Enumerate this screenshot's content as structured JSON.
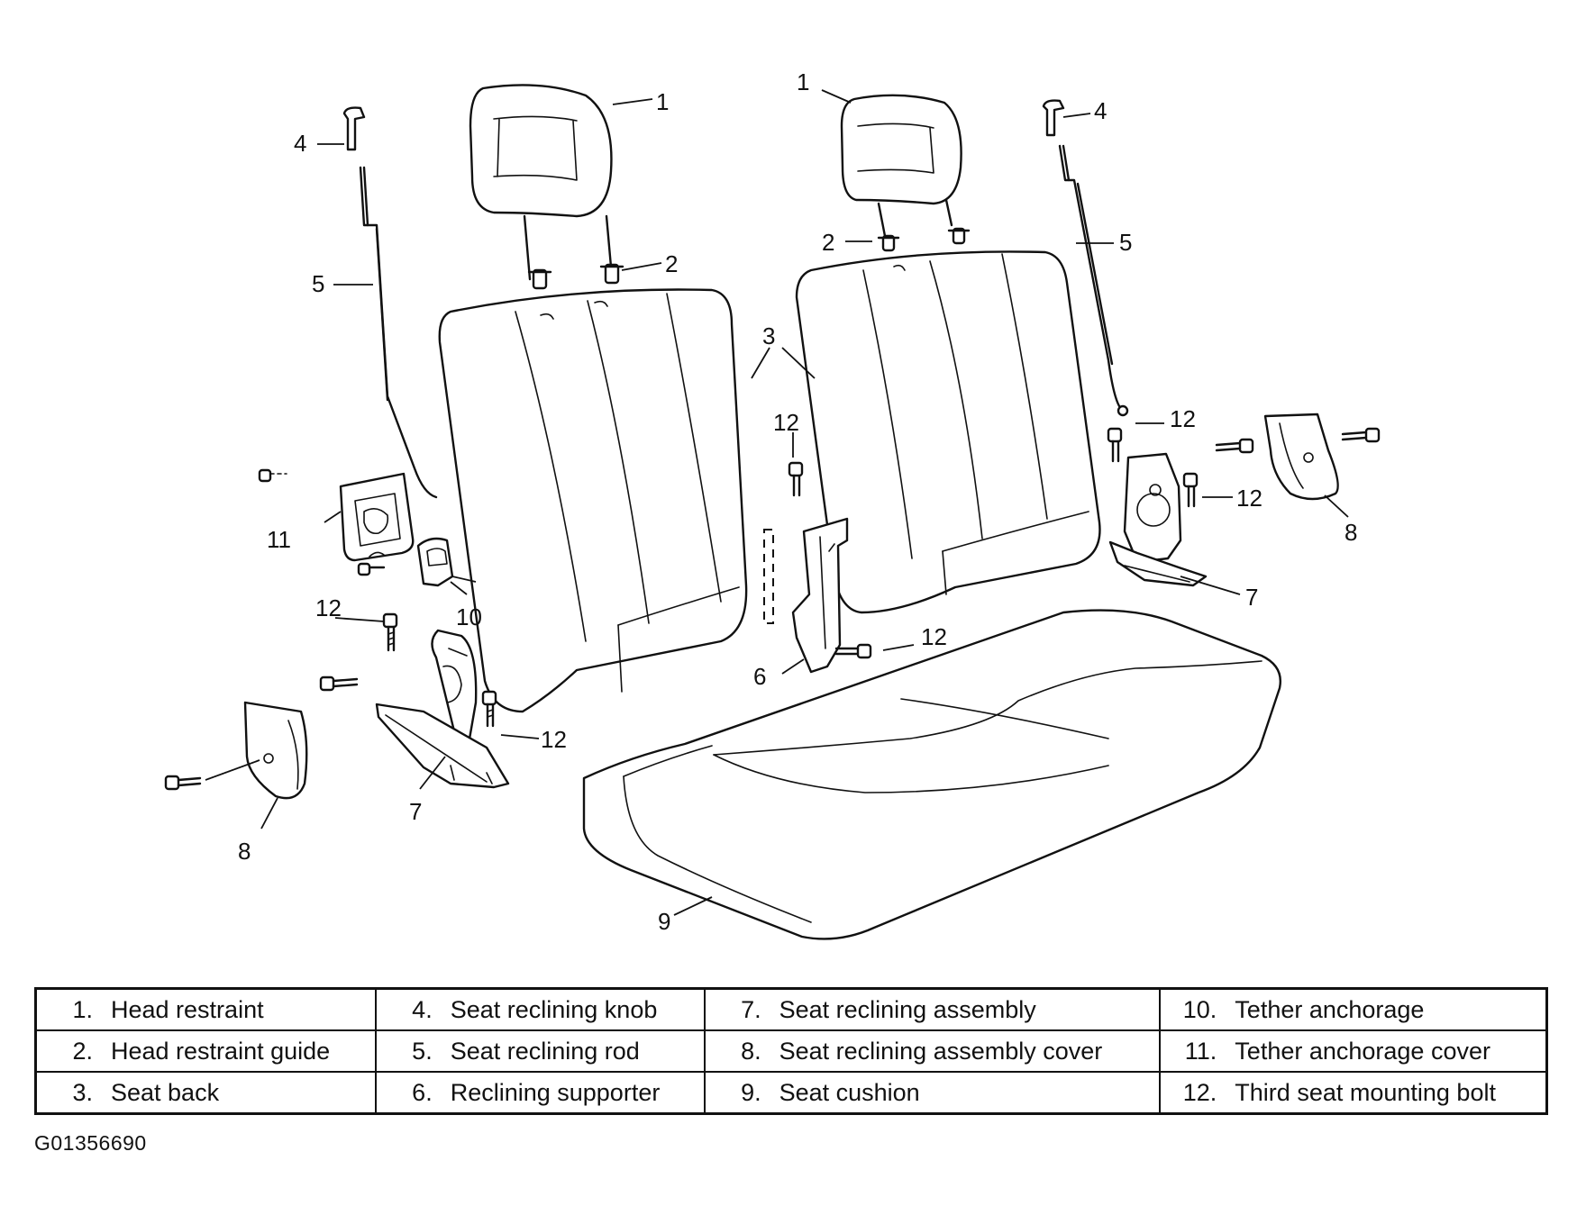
{
  "callouts": {
    "c1a": "1",
    "c1b": "1",
    "c2a": "2",
    "c2b": "2",
    "c3": "3",
    "c4a": "4",
    "c4b": "4",
    "c5a": "5",
    "c5b": "5",
    "c6": "6",
    "c7a": "7",
    "c7b": "7",
    "c8a": "8",
    "c8b": "8",
    "c9": "9",
    "c10": "10",
    "c11": "11",
    "c12a": "12",
    "c12b": "12",
    "c12c": "12",
    "c12d": "12",
    "c12e": "12",
    "c12f": "12"
  },
  "legend": [
    [
      {
        "num": "1.",
        "label": "Head restraint"
      },
      {
        "num": "4.",
        "label": "Seat reclining knob"
      },
      {
        "num": "7.",
        "label": "Seat reclining assembly"
      },
      {
        "num": "10.",
        "label": "Tether anchorage"
      }
    ],
    [
      {
        "num": "2.",
        "label": "Head restraint guide"
      },
      {
        "num": "5.",
        "label": "Seat reclining rod"
      },
      {
        "num": "8.",
        "label": "Seat reclining assembly cover"
      },
      {
        "num": "11.",
        "label": "Tether anchorage cover"
      }
    ],
    [
      {
        "num": "3.",
        "label": "Seat back"
      },
      {
        "num": "6.",
        "label": "Reclining supporter"
      },
      {
        "num": "9.",
        "label": "Seat cushion"
      },
      {
        "num": "12.",
        "label": "Third seat mounting bolt"
      }
    ]
  ],
  "figure_id": "G01356690"
}
